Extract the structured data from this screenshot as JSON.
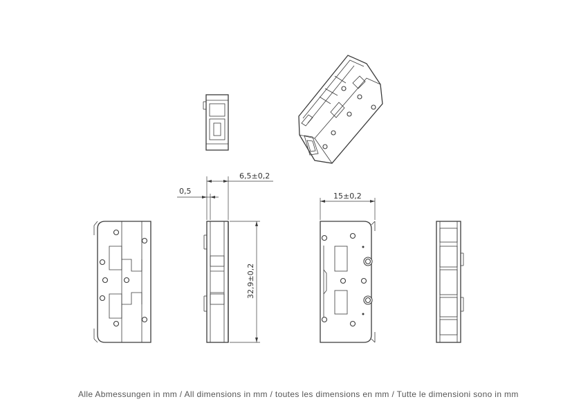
{
  "dimensions": {
    "thickness": "6,5±0,2",
    "wall": "0,5",
    "height": "32,9±0,2",
    "width": "15±0,2"
  },
  "footer": "Alle Abmessungen in mm / All dimensions in mm / toutes les dimensions en mm / Tutte le dimensioni sono in mm"
}
